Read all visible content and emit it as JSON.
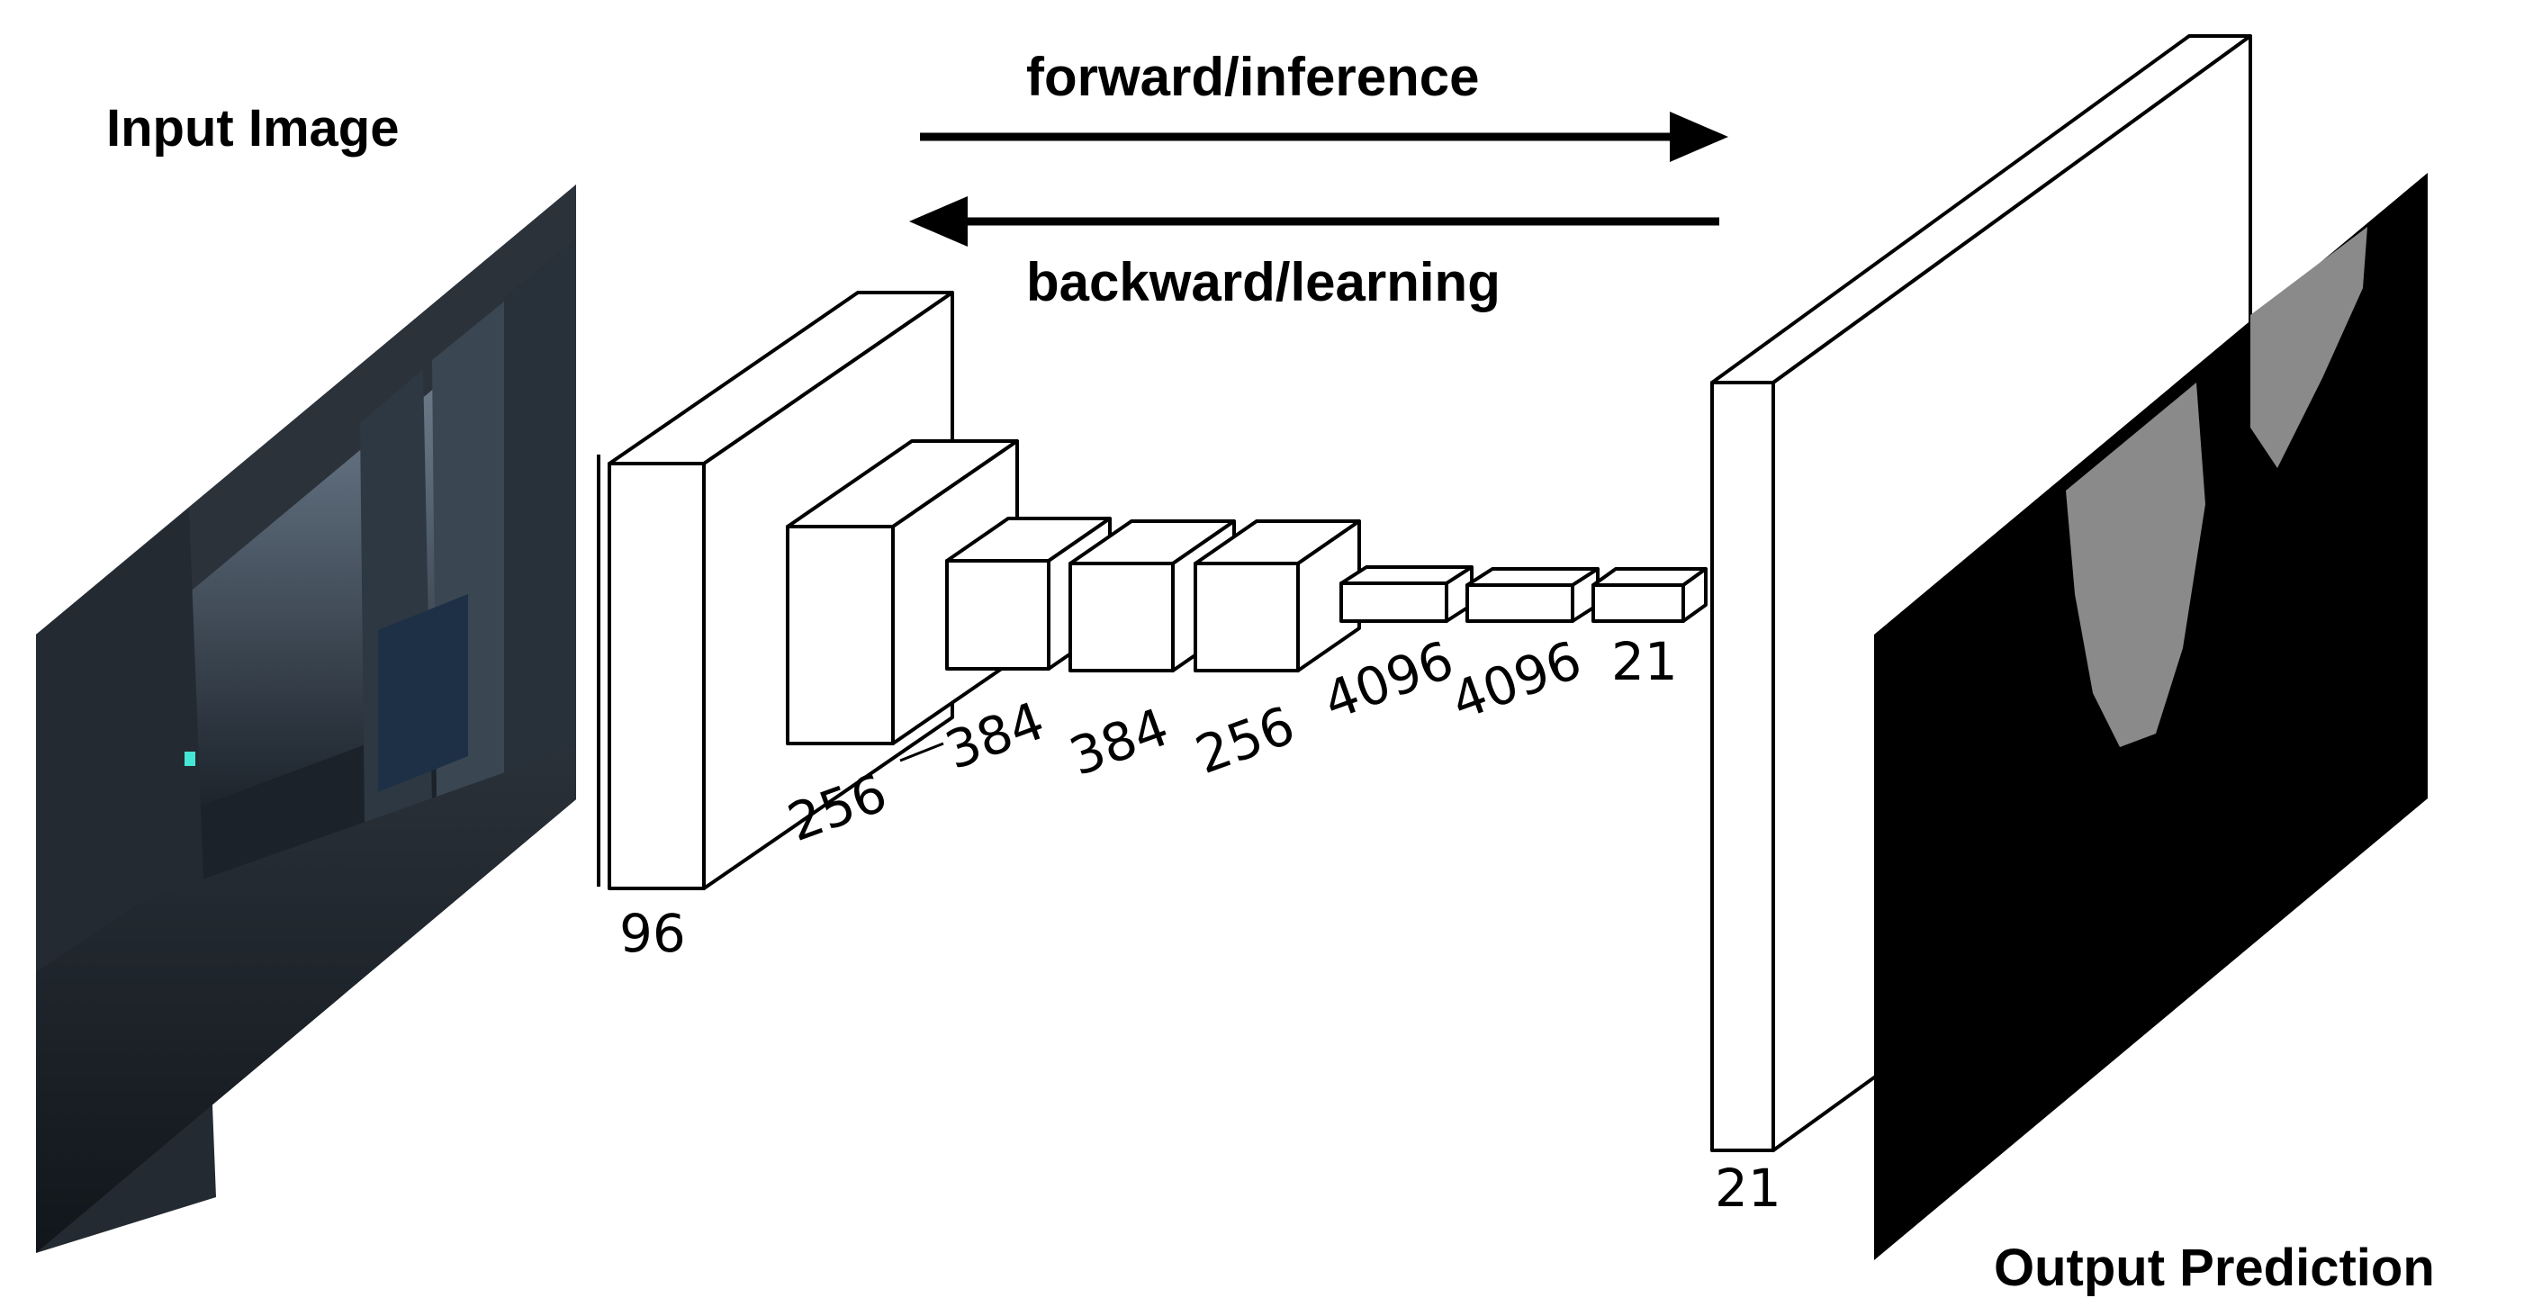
{
  "labels": {
    "input_image": "Input Image",
    "output_prediction": "Output Prediction",
    "forward": "forward/inference",
    "backward": "backward/learning"
  },
  "dimensions": {
    "conv1": "96",
    "conv2": "256",
    "conv3": "384",
    "conv4": "384",
    "conv5": "256",
    "fc6": "4096",
    "fc7": "4096",
    "fc8": "21",
    "output_volume": "21"
  },
  "colors": {
    "arrow": "#000000",
    "box_fill": "#ffffff",
    "prediction_background": "#000000",
    "prediction_class": "#8a8a8a"
  }
}
